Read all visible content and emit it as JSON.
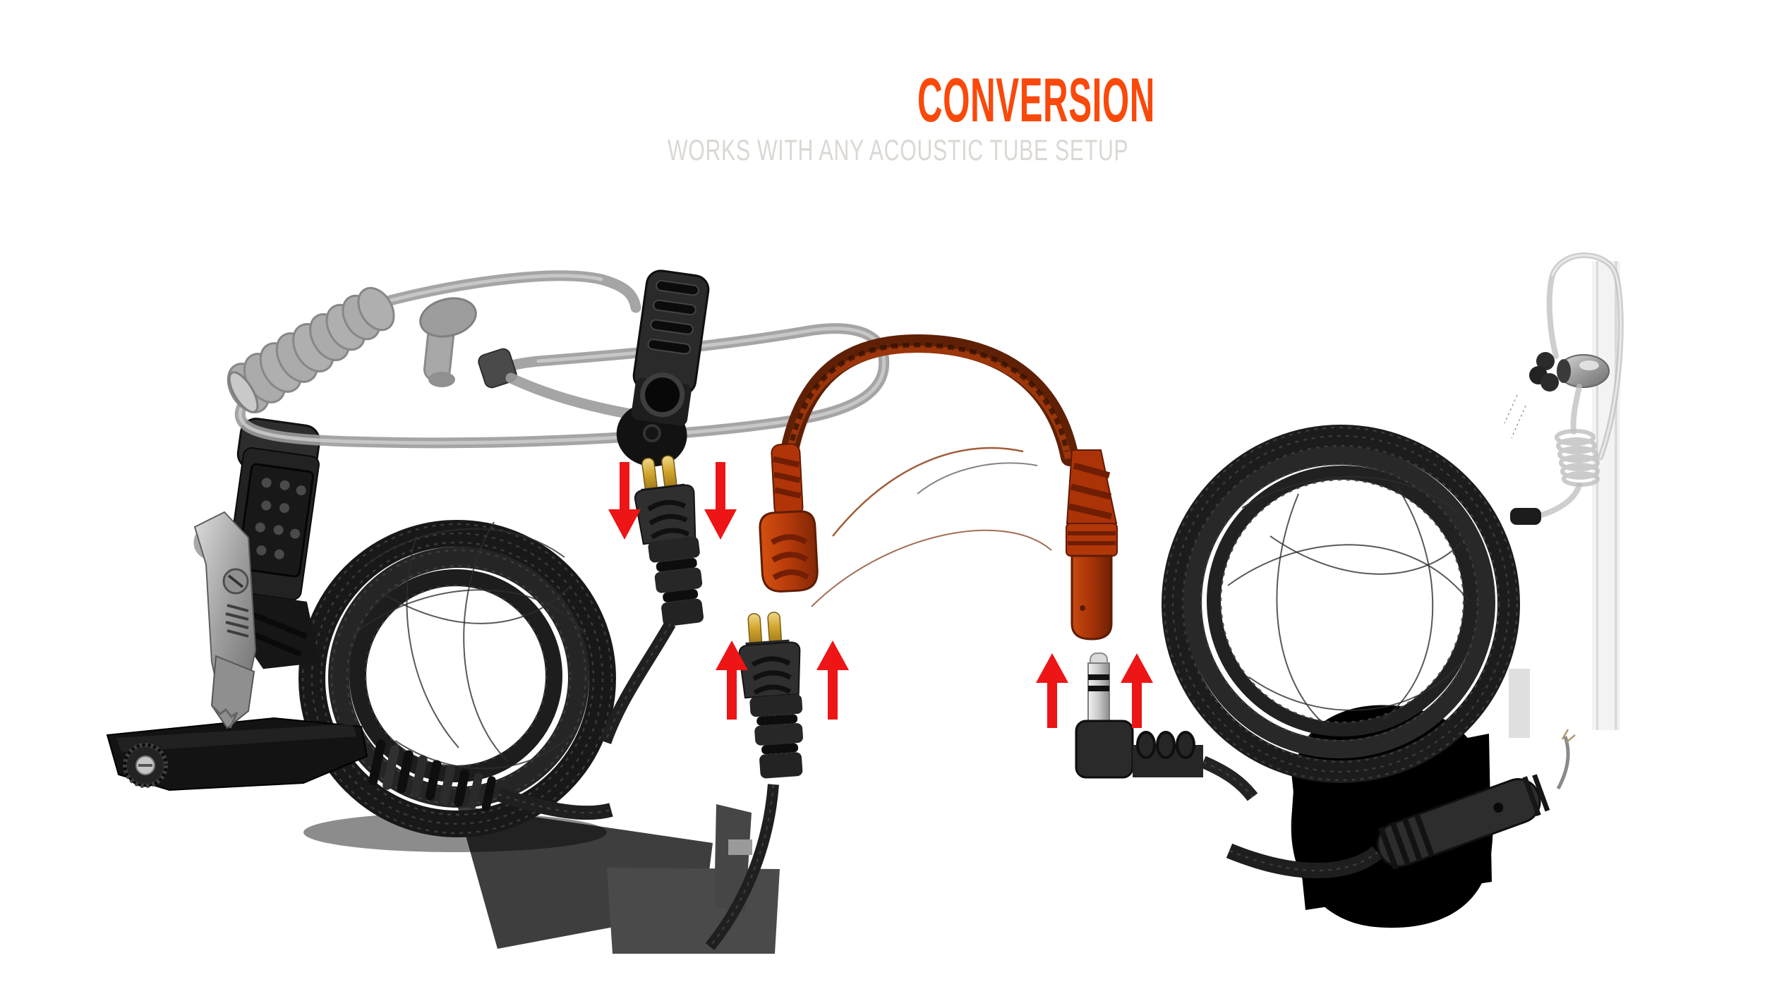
{
  "header": {
    "title": "CONVERSION",
    "subtitle": "WORKS WITH ANY ACOUSTIC TUBE SETUP"
  },
  "colors": {
    "accent_orange": "#F9490B",
    "subtitle_gray": "#DBD8D4",
    "arrow_red": "#ED1515",
    "adapter_orange": "#B93B0C",
    "cable_dark": "#1E1E1E",
    "tube_gray": "#A2A2A2",
    "gold_pin": "#D9B43A",
    "metal_silver": "#C9CDD0",
    "background": "#FFFFFF"
  },
  "figure": {
    "arrows": [
      {
        "direction": "down",
        "connects": "two-pin-plug-to-adapter-socket"
      },
      {
        "direction": "down",
        "connects": "two-pin-plug-to-adapter-socket"
      },
      {
        "direction": "up",
        "connects": "two-pin-plug-to-adapter-socket"
      },
      {
        "direction": "up",
        "connects": "two-pin-plug-to-adapter-socket"
      },
      {
        "direction": "up",
        "connects": "3.5mm-plug-to-adapter-barrel"
      },
      {
        "direction": "up",
        "connects": "3.5mm-plug-to-adapter-barrel"
      }
    ],
    "components": [
      "gray-acoustic-tube-earpiece",
      "ptt-mic-with-garment-clip",
      "braided-coiled-cable-left",
      "radio-side-multipin-connector",
      "two-pin-connector-top",
      "two-pin-connector-bottom",
      "orange-adapter-cable",
      "right-angle-3-5mm-plug",
      "braided-coiled-cable-right",
      "clear-acoustic-tube-earpiece"
    ]
  }
}
